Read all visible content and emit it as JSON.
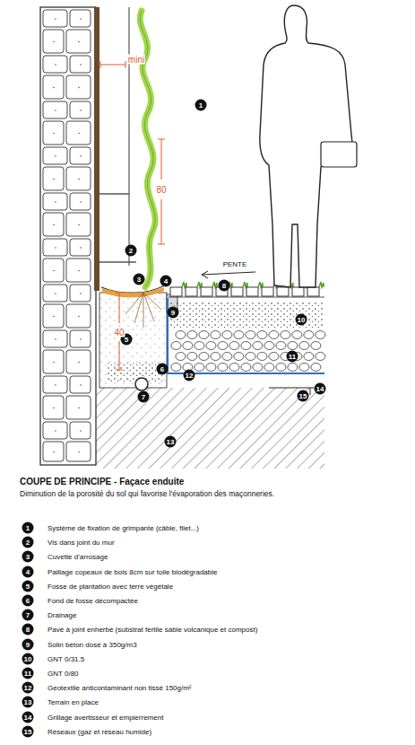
{
  "diagram": {
    "title": "COUPE DE PRINCIPE - Façace enduite",
    "caption": "Diminution de la porosité du sol qui favorise l'évaporation des maçonneries.",
    "labels": [
      "1",
      "2",
      "3",
      "4",
      "5",
      "6",
      "7",
      "8",
      "9",
      "10",
      "11",
      "12",
      "13",
      "14",
      "15",
      "mini",
      "80",
      "40",
      "PENTE",
      "1",
      "2",
      "3",
      "4",
      "5",
      "6",
      "7",
      "8",
      "9",
      "10",
      "11",
      "12",
      "13",
      "14",
      "15"
    ],
    "legend": [
      {
        "text": "Système de fixation de grimpante (câble, filet...)"
      },
      {
        "text": "Vis dans joint du mur"
      },
      {
        "text": "Cuvette d'arrosage"
      },
      {
        "text": "Paillage copeaux de bois 8cm sur toile biodégradable"
      },
      {
        "text": "Fosse de plantation avec terre végétale"
      },
      {
        "text": "Fond de fosse décompactée"
      },
      {
        "text": "Drainage"
      },
      {
        "text": "Pavé à joint enherbé (substrat fertile sable volcanique et compost)"
      },
      {
        "text": "Solin béton dosé à 350g/m3"
      },
      {
        "text": "GNT 0/31.5"
      },
      {
        "text": "GNT 0/80"
      },
      {
        "text": "Geotextile anticontaminant non tissé 150g/m²"
      },
      {
        "text": "Terrain en place"
      },
      {
        "text": "Grillage avertisseur et empierrement"
      },
      {
        "text": "Réseaux (gaz et réseau humide)"
      }
    ]
  }
}
